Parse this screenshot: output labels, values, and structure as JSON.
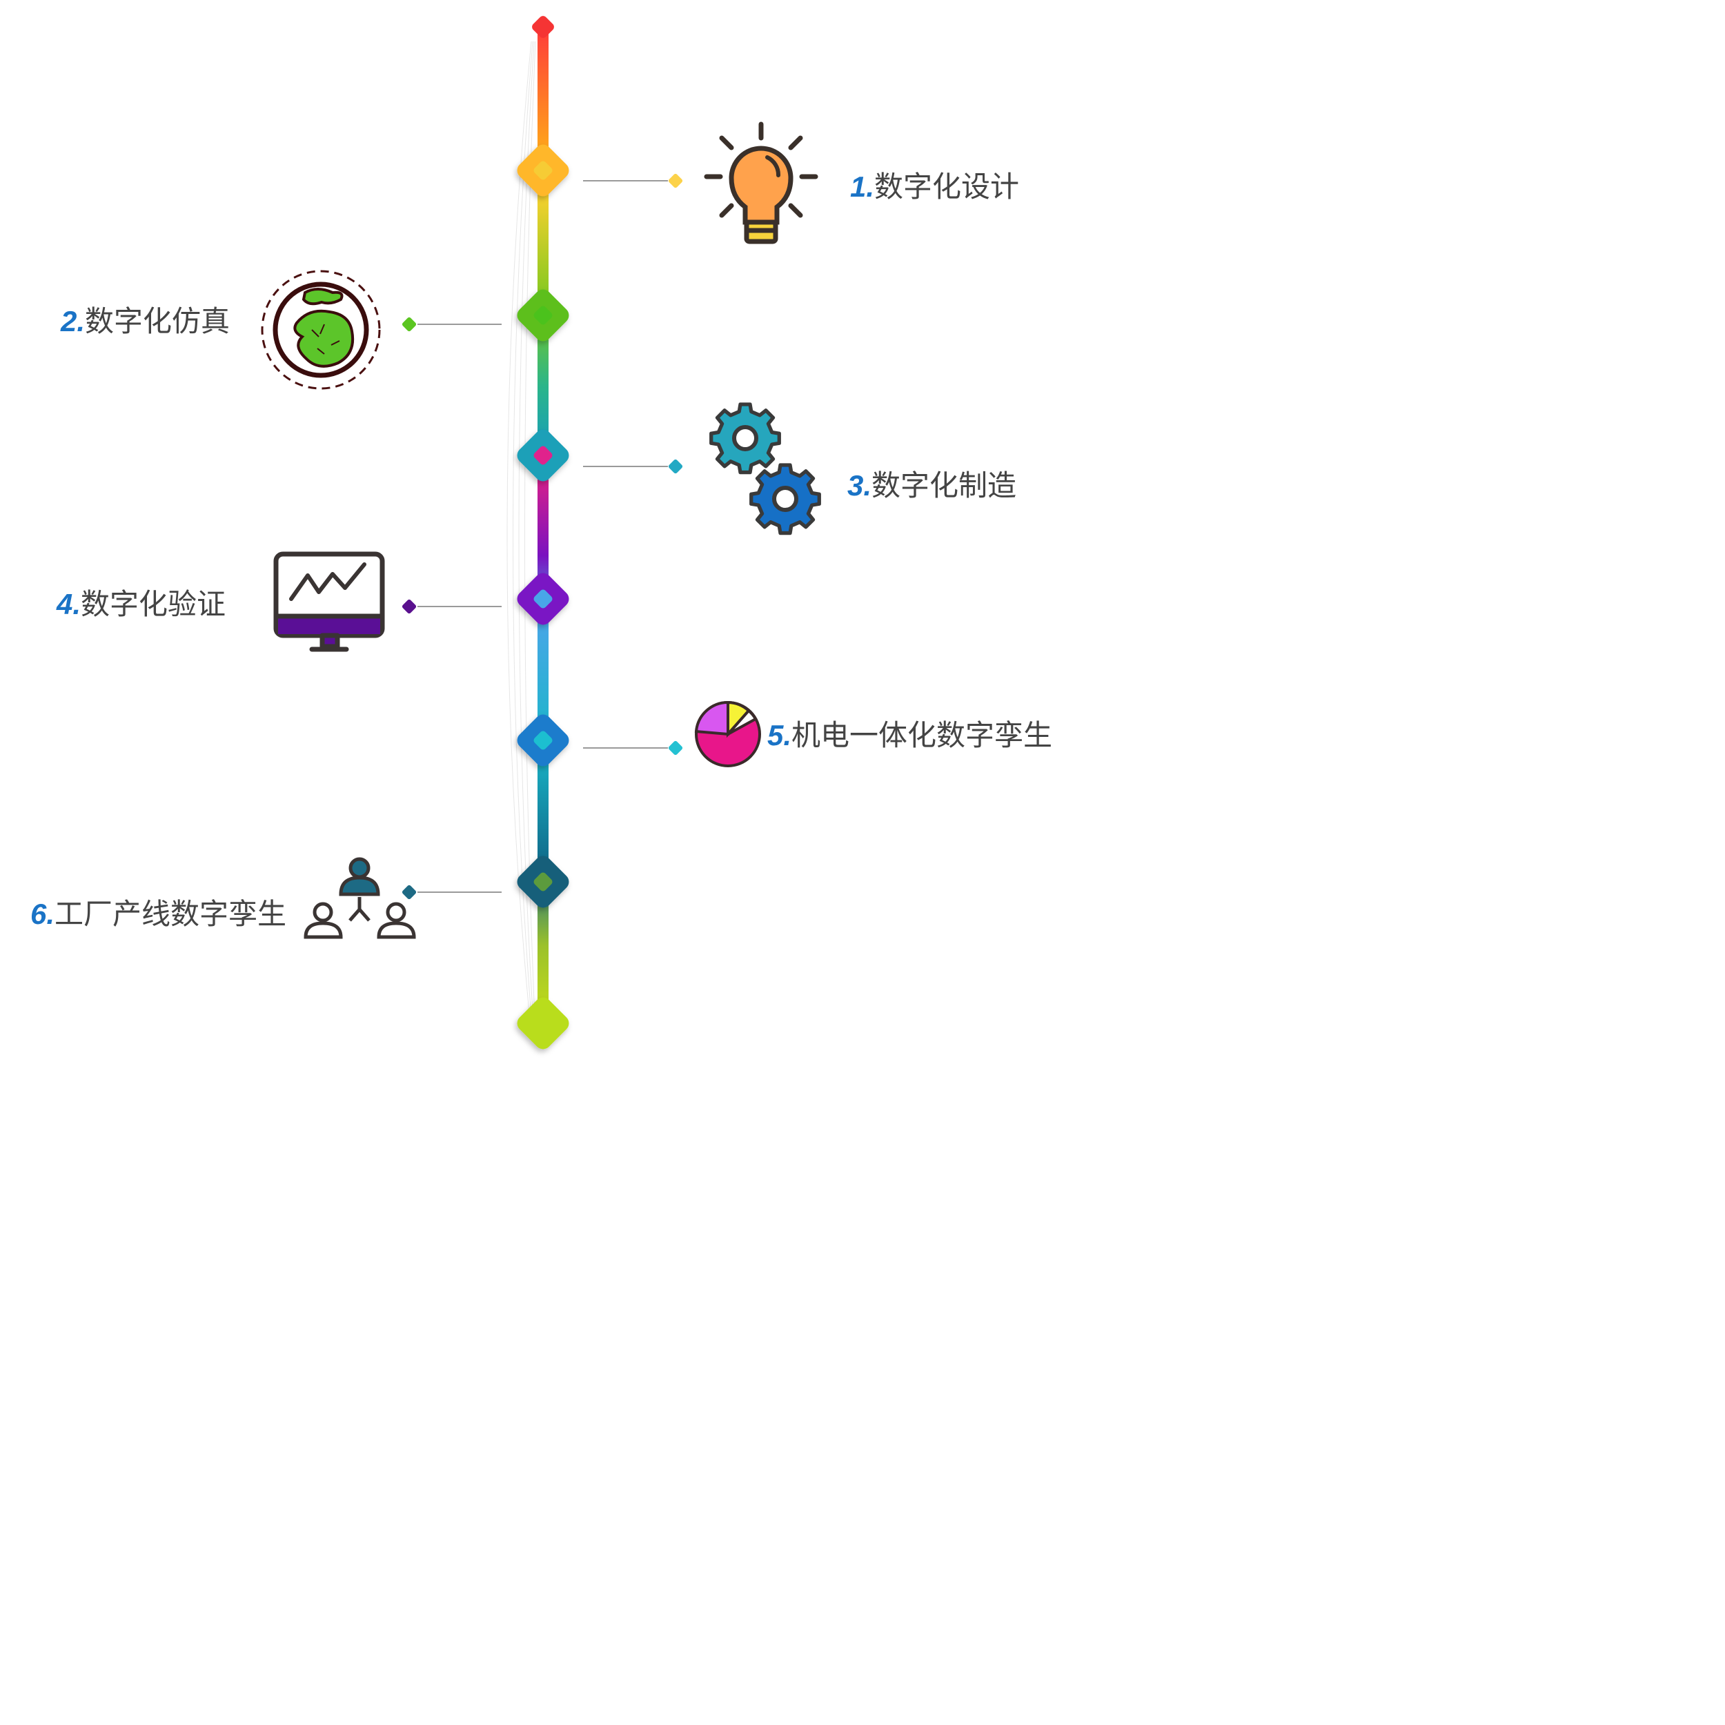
{
  "colors": {
    "label_number": "#1a73c6",
    "label_text": "#444444",
    "connector_line": "#9a9a9a",
    "spine_gradient": [
      "#ff3a3a",
      "#ffa21c",
      "#f5d02e",
      "#7ac81f",
      "#2bb58a",
      "#1aa0b5",
      "#d81f8a",
      "#7a12c0",
      "#4aa6e8",
      "#1ab6c8",
      "#106a8a",
      "#9bc12a",
      "#c8e019"
    ],
    "steps": [
      "#ffb72a",
      "#5dbf1f",
      "#1aa0b8",
      "#7a16c4",
      "#1b7ccc",
      "#135f7a"
    ]
  },
  "steps": [
    {
      "number": "1.",
      "text": "数字化设计",
      "side": "right",
      "icon": "lightbulb-icon"
    },
    {
      "number": "2.",
      "text": "数字化仿真",
      "side": "left",
      "icon": "globe-icon"
    },
    {
      "number": "3.",
      "text": "数字化制造",
      "side": "right",
      "icon": "gears-icon"
    },
    {
      "number": "4.",
      "text": "数字化验证",
      "side": "left",
      "icon": "monitor-chart-icon"
    },
    {
      "number": "5.",
      "text": "机电一体化数字孪生",
      "side": "right",
      "icon": "pie-chart-icon"
    },
    {
      "number": "6.",
      "text": "工厂产线数字孪生",
      "side": "left",
      "icon": "people-network-icon"
    }
  ]
}
